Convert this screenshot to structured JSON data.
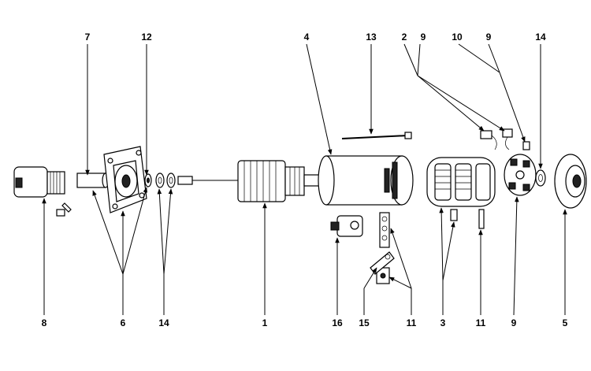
{
  "diagram": {
    "callouts_top": [
      "7",
      "12",
      "4",
      "13",
      "2",
      "9",
      "10",
      "9",
      "14"
    ],
    "callouts_bottom": [
      "8",
      "6",
      "14",
      "1",
      "16",
      "15",
      "11",
      "3",
      "11",
      "9",
      "5"
    ]
  }
}
